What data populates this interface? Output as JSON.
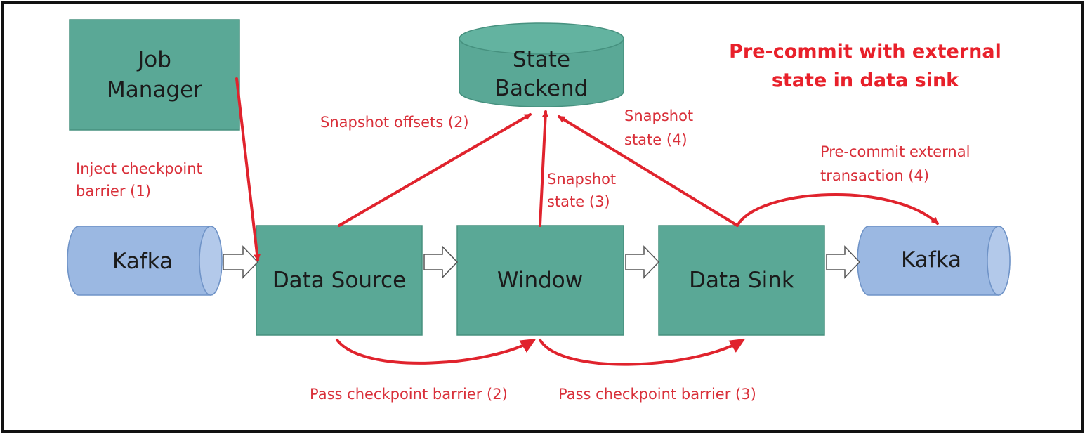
{
  "title": {
    "line1": "Pre-commit with external",
    "line2": "state in data sink"
  },
  "nodes": {
    "job_manager": {
      "line1": "Job",
      "line2": "Manager"
    },
    "state_backend": {
      "line1": "State",
      "line2": "Backend"
    },
    "kafka_in": {
      "label": "Kafka"
    },
    "data_source": {
      "label": "Data Source"
    },
    "window": {
      "label": "Window"
    },
    "data_sink": {
      "label": "Data Sink"
    },
    "kafka_out": {
      "label": "Kafka"
    }
  },
  "labels": {
    "inject": {
      "line1": "Inject checkpoint",
      "line2": "barrier (1)"
    },
    "snapshot_offsets": {
      "line1": "Snapshot offsets (2)"
    },
    "snapshot_state3": {
      "line1": "Snapshot",
      "line2": "state (3)"
    },
    "snapshot_state4": {
      "line1": "Snapshot",
      "line2": "state (4)"
    },
    "precommit": {
      "line1": "Pre-commit external",
      "line2": "transaction (4)"
    },
    "pass2": {
      "line1": "Pass checkpoint barrier (2)"
    },
    "pass3": {
      "line1": "Pass checkpoint barrier (3)"
    }
  },
  "colors": {
    "box_fill": "#5aa896",
    "box_border": "#46917f",
    "kafka_fill": "#9bb8e2",
    "kafka_border": "#6f93c7",
    "red": "#e0232d",
    "title_red": "#e8202a",
    "frame": "#111111"
  }
}
